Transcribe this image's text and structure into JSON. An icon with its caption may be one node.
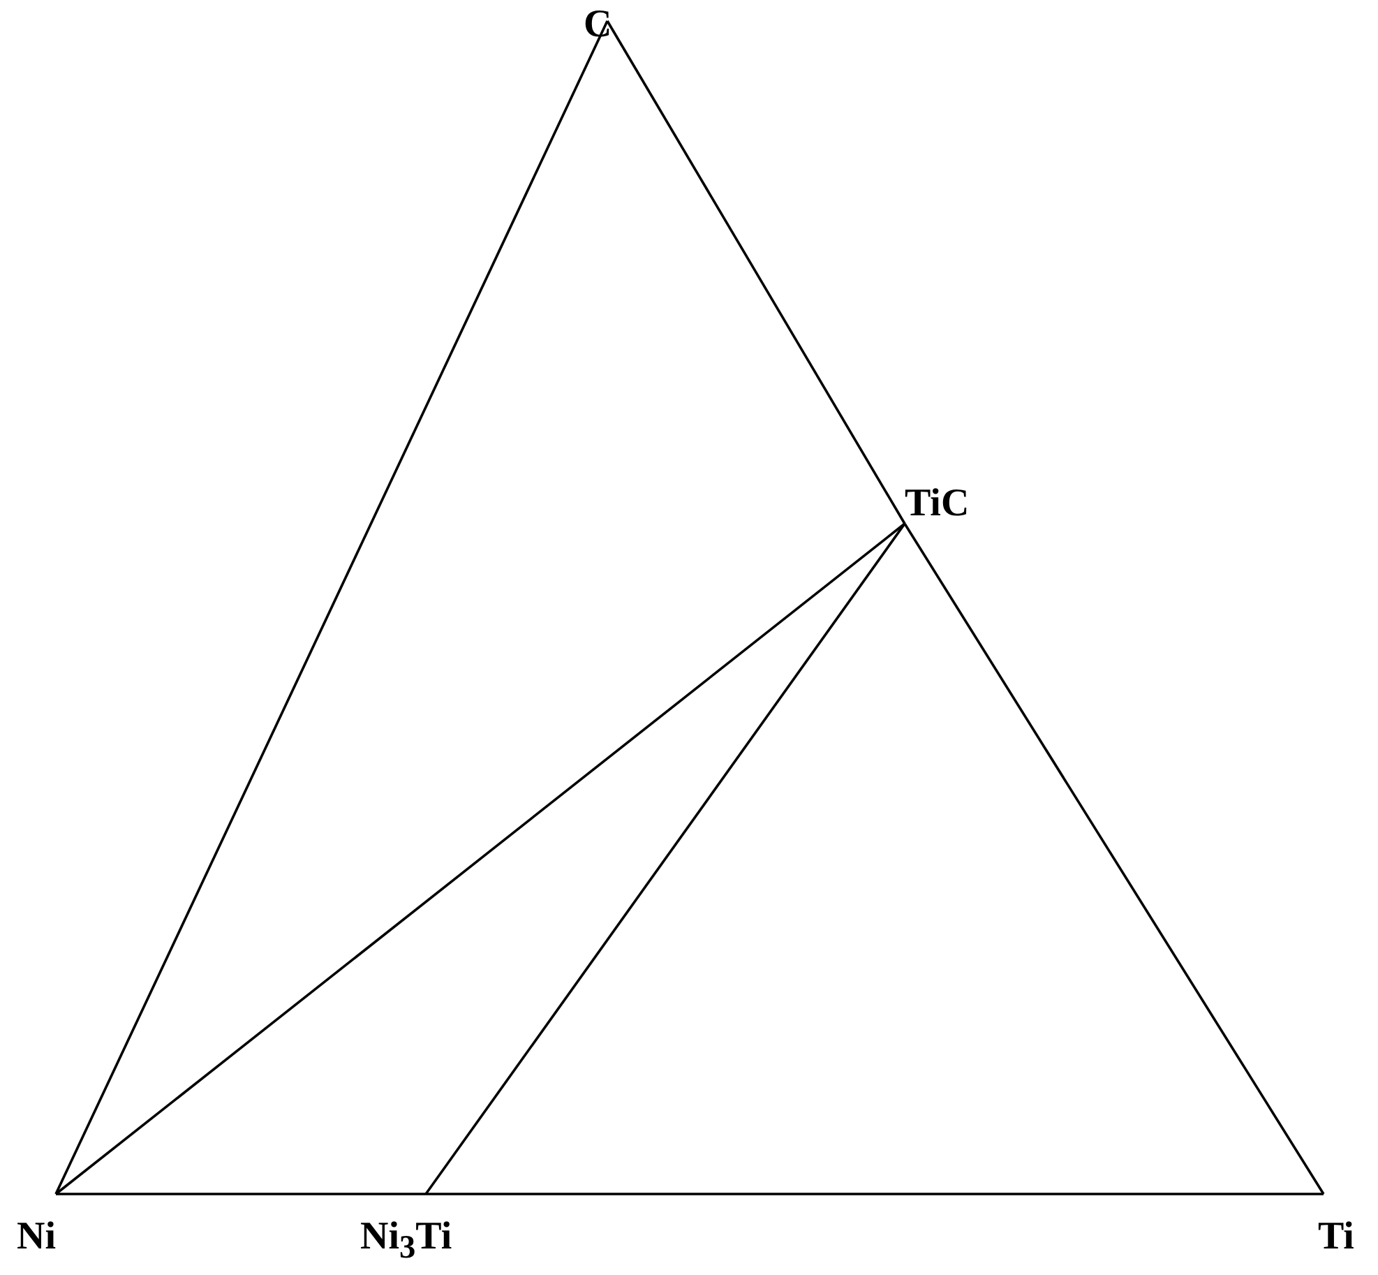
{
  "diagram": {
    "nodes": [
      {
        "text": [
          "C"
        ]
      },
      {
        "text": [
          "TiC"
        ]
      },
      {
        "text": [
          "Ni"
        ]
      },
      {
        "text": [
          "Ni$_{3}$Ti"
        ]
      },
      {
        "text": [
          "Ti"
        ]
      }
    ],
    "edges": [
      {
        "from": 2,
        "to": 0,
        "arrow": "none"
      },
      {
        "from": 0,
        "to": 1,
        "arrow": "none"
      },
      {
        "from": 1,
        "to": 4,
        "arrow": "none"
      },
      {
        "from": 2,
        "to": 3,
        "arrow": "none"
      },
      {
        "from": 3,
        "to": 4,
        "arrow": "none"
      },
      {
        "from": 2,
        "to": 1,
        "arrow": "none"
      },
      {
        "from": 3,
        "to": 1,
        "arrow": "none"
      }
    ]
  }
}
